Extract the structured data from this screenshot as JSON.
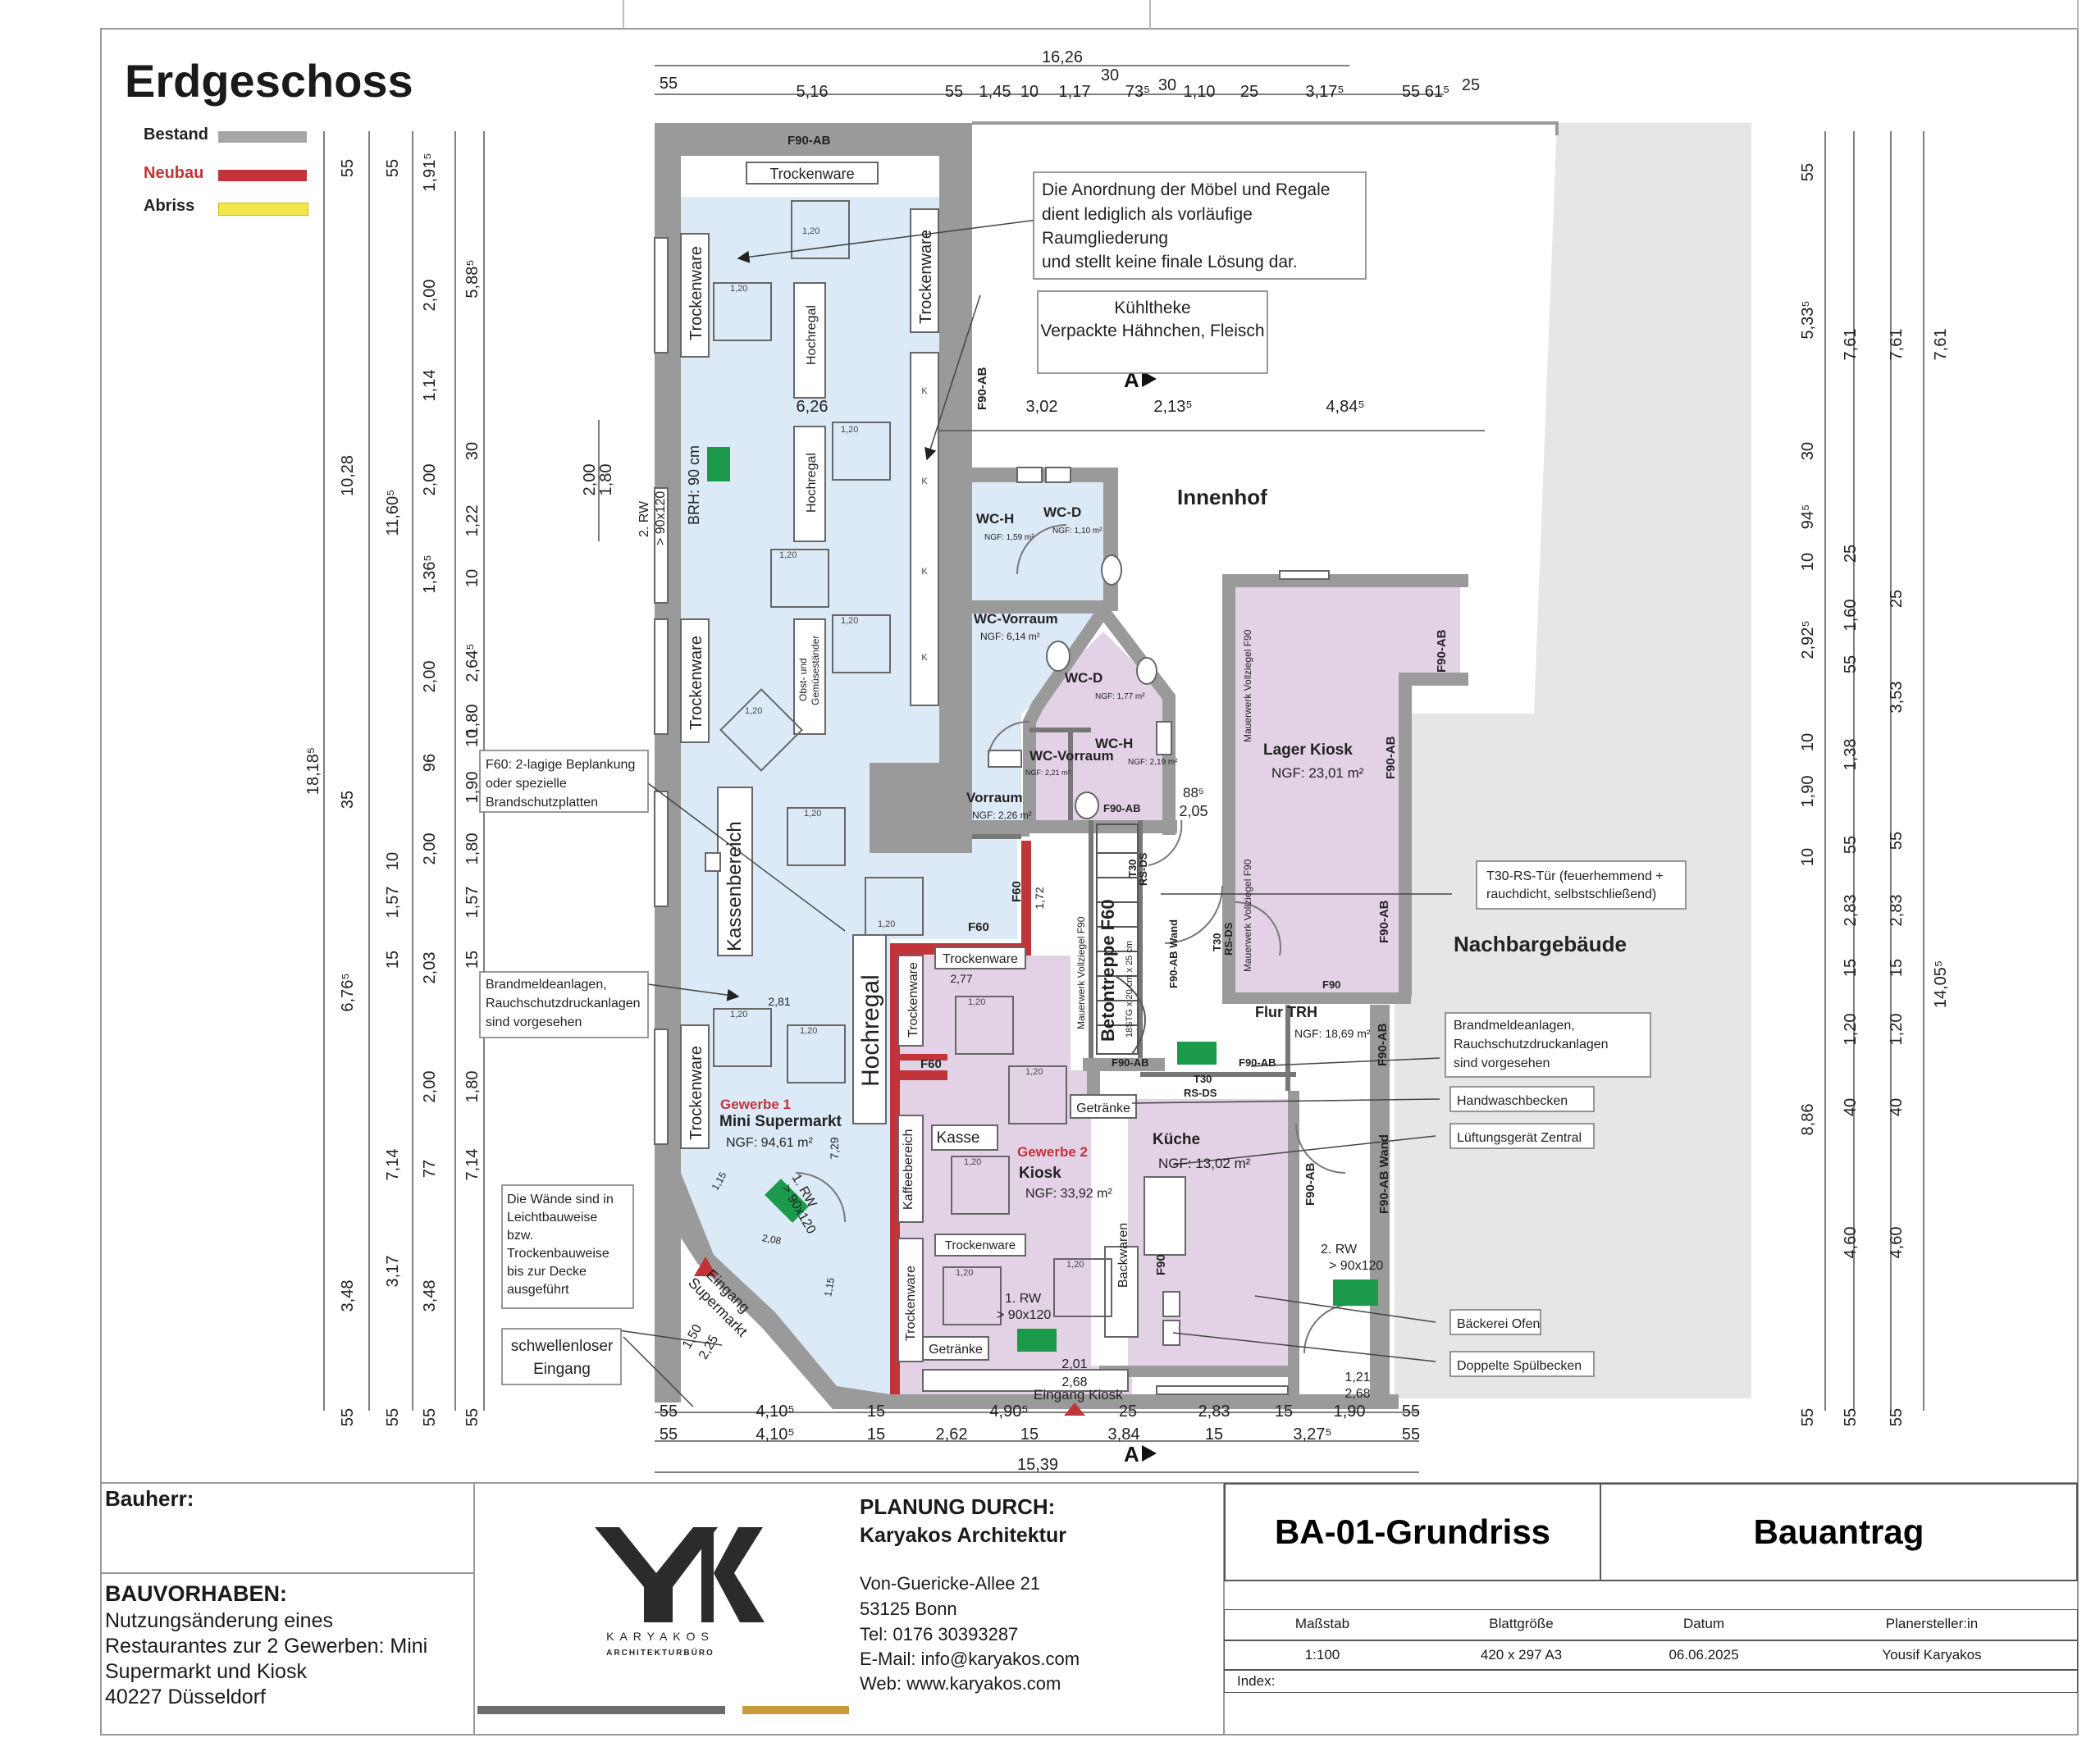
{
  "page_title": "Erdgeschoss",
  "legend": [
    {
      "label": "Bestand",
      "color": "#a6a6a6"
    },
    {
      "label": "Neubau",
      "color": "#c0343a"
    },
    {
      "label": "Abriss",
      "color": "#f2e64a"
    }
  ],
  "colors": {
    "wall_existing": "#9a9a9a",
    "wall_new": "#c0343a",
    "area_supermarket": "#dceaf7",
    "area_kiosk": "#e3d2e6",
    "neighbor": "#e6e6e6",
    "exit_sign": "#1a9a4a",
    "entrance_marker": "#c0343a"
  },
  "dims_top": {
    "total": "16,26",
    "row": [
      "55",
      "5,16",
      "55",
      "1,45",
      "10",
      "1,17",
      "30",
      "73⁵",
      "30",
      "1,10",
      "25",
      "3,17⁵",
      "55",
      "61⁵",
      "25"
    ]
  },
  "dims_bottom": {
    "total": "15,39",
    "row1": [
      "55",
      "4,10⁵",
      "15",
      "4,90⁵",
      "25",
      "2,83",
      "15",
      "1,90",
      "55"
    ],
    "row2": [
      "55",
      "4,10⁵",
      "15",
      "2,62",
      "15",
      "3,84",
      "15",
      "3,27⁵",
      "55"
    ]
  },
  "dims_left": {
    "overall": "18,18⁵",
    "col_a": [
      "55",
      "10,28",
      "35",
      "6,76⁵",
      "3,48",
      "55"
    ],
    "col_b": [
      "55",
      "11,60⁵",
      "1,57",
      "10",
      "15",
      "7,14",
      "3,17",
      "55"
    ],
    "col_c": [
      "1,91⁵",
      "2,00",
      "1,14",
      "2,00",
      "1,36⁵",
      "2,00",
      "96",
      "2,00",
      "2,03",
      "2,00",
      "77",
      "3,48",
      "55"
    ],
    "col_d": [
      "5,88⁵",
      "30",
      "1,22",
      "10",
      "2,64⁵",
      "1,80",
      "10",
      "1,90",
      "1,80",
      "1,57",
      "15",
      "1,80",
      "7,14",
      "55"
    ]
  },
  "dims_right": {
    "overall": "14,05⁵",
    "col_a": [
      "55",
      "5,33⁵",
      "30",
      "94⁵",
      "10",
      "2,92⁵",
      "10",
      "1,90",
      "10",
      "8,86",
      "55"
    ],
    "col_b": [
      "7,61",
      "25",
      "1,60",
      "55",
      "1,38",
      "55",
      "2,83",
      "15",
      "1,20",
      "40",
      "4,60",
      "55"
    ],
    "col_c": [
      "7,61",
      "25",
      "3,53",
      "55",
      "2,83",
      "15",
      "1,20",
      "40",
      "4,60",
      "55"
    ],
    "col_d": [
      "7,61"
    ]
  },
  "inner_dims": {
    "width_626": "6,26",
    "courtyard": [
      "3,02",
      "2,13⁵",
      "4,84⁵"
    ],
    "window_left": [
      "2,00",
      "1,80"
    ],
    "stair": [
      "88⁵",
      "2,05"
    ],
    "misc": [
      "2,81",
      "2,77",
      "1,72",
      "7,29",
      "2,01",
      "2,68",
      "1,21",
      "2,68",
      "1,50",
      "2,25",
      "2,08",
      "1,15",
      "1,15"
    ]
  },
  "rooms": [
    {
      "id": "innenhof",
      "name": "Innenhof"
    },
    {
      "id": "nachbar",
      "name": "Nachbargebäude"
    },
    {
      "id": "wc-h-1",
      "name": "WC-H",
      "area": "NGF: 1,59 m²"
    },
    {
      "id": "wc-d-1",
      "name": "WC-D",
      "area": "NGF: 1,10 m²"
    },
    {
      "id": "wc-vorraum-1",
      "name": "WC-Vorraum",
      "area": "NGF:     6,14 m²"
    },
    {
      "id": "wc-d-2",
      "name": "WC-D",
      "area": "NGF: 1,77 m²"
    },
    {
      "id": "wc-h-2",
      "name": "WC-H",
      "area": "NGF: 2,19 m²"
    },
    {
      "id": "wc-vorraum-2",
      "name": "WC-Vorraum",
      "area": "NGF: 2,21 m²"
    },
    {
      "id": "vorraum",
      "name": "Vorraum",
      "area": "NGF: 2,26 m²"
    },
    {
      "id": "lager",
      "name": "Lager Kiosk",
      "area": "NGF: 23,01 m²"
    },
    {
      "id": "flur",
      "name": "Flur TRH",
      "area": "NGF: 18,69 m²"
    },
    {
      "id": "kueche",
      "name": "Küche",
      "area": "NGF: 13,02 m²"
    },
    {
      "id": "kiosk",
      "label": "Gewerbe 2",
      "name": "Kiosk",
      "area": "NGF: 33,92 m²"
    },
    {
      "id": "markt",
      "label": "Gewerbe 1",
      "name": "Mini Supermarkt",
      "area": "NGF:    94,61 m²"
    }
  ],
  "furniture": {
    "trockenware": "Trockenware",
    "hochregal": "Hochregal",
    "obst": [
      "Obst- und",
      "Gemüseständer"
    ],
    "kassenbereich": "Kassenbereich",
    "kaffeebereich": "Kaffeebereich",
    "kasse": "Kasse",
    "getraenke": "Getränke",
    "backwaren": "Backwaren",
    "betontreppe": "Betontreppe F60",
    "stg": "18STG x 20 cm x 25 cm",
    "module": "1,20",
    "k": "K"
  },
  "wall_labels": {
    "f90ab": "F90-AB",
    "f90ab_wand": "F90-AB Wand",
    "f90": "F90",
    "f60": "F60",
    "t30": "T30",
    "rsds": "RS-DS",
    "mauerwerk": "Mauerwerk Vollziegel F90",
    "brh": "BRH: 90 cm"
  },
  "notes": {
    "moebel": [
      "Die Anordnung der Möbel und Regale",
      "dient lediglich als vorläufige",
      "Raumgliederung",
      "und stellt keine finale Lösung dar."
    ],
    "kuehltheke": [
      "Kühltheke",
      "Verpackte Hähnchen, Fleisch"
    ],
    "f60": [
      "F60: 2-lagige Beplankung",
      "oder spezielle",
      "Brandschutzplatten"
    ],
    "brandmelde": [
      "Brandmeldeanlagen,",
      "Rauchschutzdruckanlagen",
      "sind vorgesehen"
    ],
    "waende": [
      "Die Wände sind in",
      "Leichtbauweise",
      "bzw.",
      "Trockenbauweise",
      "bis zur Decke",
      "ausgeführt"
    ],
    "schwelle": [
      "schwellenloser",
      "Eingang"
    ],
    "t30rs": [
      "T30-RS-Tür (feuerhemmend +",
      "rauchdicht, selbstschließend)"
    ],
    "handwasch": "Handwaschbecken",
    "lueftung": "Lüftungsgerät Zentral",
    "ofen": "Bäckerei Ofen",
    "spuele": "Doppelte Spülbecken"
  },
  "exits": {
    "rw1": [
      "1. RW",
      "> 90x120"
    ],
    "rw2": [
      "2. RW",
      "> 90x120"
    ]
  },
  "entrances": {
    "markt": [
      "Eingang",
      "Supermarkt"
    ],
    "kiosk": "Eingang Kiosk"
  },
  "section_marker": "A",
  "title_block": {
    "bauherr_label": "Bauherr:",
    "bauvorhaben_label": "BAUVORHABEN:",
    "bauvorhaben": [
      "Nutzungsänderung eines",
      "Restaurantes zur 2 Gewerben: Mini",
      "Supermarkt und Kiosk",
      "40227 Düsseldorf"
    ],
    "planung_label": "PLANUNG DURCH:",
    "office": "Karyakos Architektur",
    "address": [
      "Von-Guericke-Allee 21",
      "53125 Bonn",
      "Tel: 0176 30393287",
      "E-Mail: info@karyakos.com",
      "Web: www.karyakos.com"
    ],
    "logo_name": "KARYAKOS",
    "logo_sub": "ARCHITEKTURBÜRO",
    "drawing_title": "BA-01-Grundriss",
    "doc_type": "Bauantrag",
    "fields": [
      {
        "label": "Maßstab",
        "value": "1:100"
      },
      {
        "label": "Blattgröße",
        "value": "420 x 297 A3"
      },
      {
        "label": "Datum",
        "value": "06.06.2025"
      },
      {
        "label": "Planersteller:in",
        "value": "Yousif Karyakos"
      }
    ],
    "index_label": "Index:"
  }
}
